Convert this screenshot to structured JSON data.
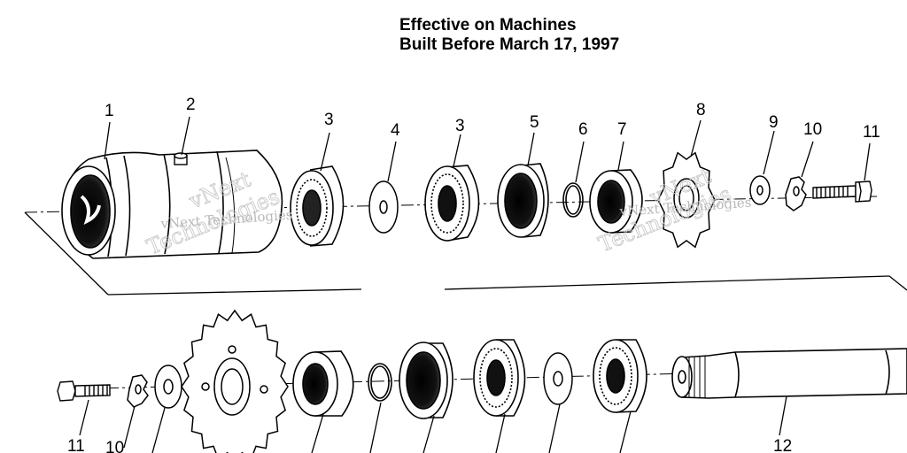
{
  "heading": {
    "line1": "Effective on Machines",
    "line2": "Built Before March 17, 1997"
  },
  "watermarks": {
    "upper_left": "vNext Technologies",
    "upper_left_big": "Technologies",
    "upper_left_big2": "vNext",
    "upper_right": "vNext Technologies",
    "upper_right_big": "Technologies",
    "upper_right_big2": "vNext"
  },
  "callouts": {
    "n1": "1",
    "n2": "2",
    "n3a": "3",
    "n4": "4",
    "n3b": "3",
    "n5": "5",
    "n6": "6",
    "n7": "7",
    "n8": "8",
    "n9": "9",
    "n10a": "10",
    "n11a": "11",
    "n11b": "11",
    "n10b": "10",
    "n12": "12"
  }
}
